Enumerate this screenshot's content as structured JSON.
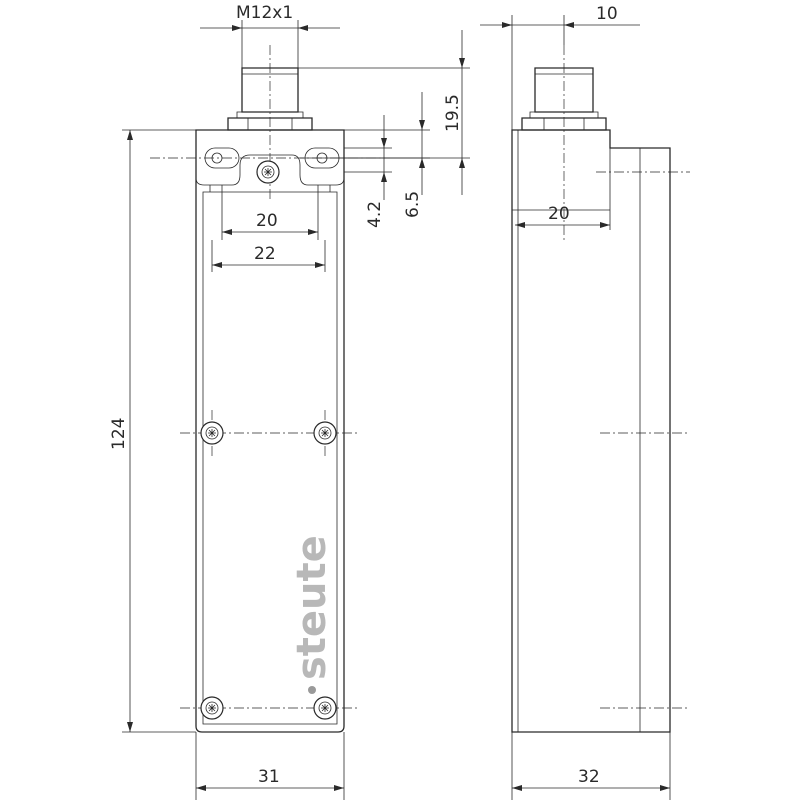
{
  "drawing": {
    "brand": "steute",
    "dimensions": {
      "connector_thread": "M12x1",
      "side_offset": "10",
      "connector_height": "19.5",
      "flange_top": "4.2",
      "flange_total": "6.5",
      "inner_width": "20",
      "outer_width": "22",
      "side_inner_width": "20",
      "total_height": "124",
      "front_width": "31",
      "side_depth": "32"
    }
  }
}
